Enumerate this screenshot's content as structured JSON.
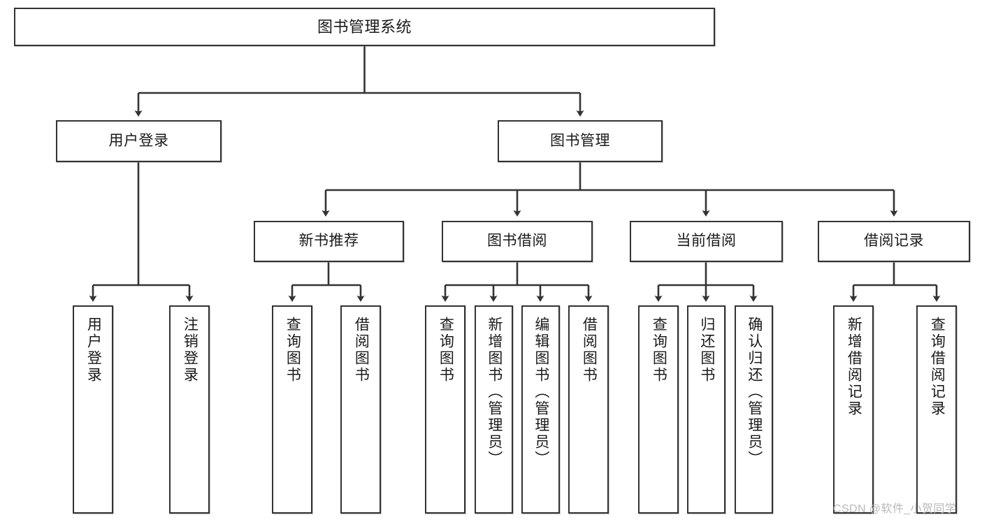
{
  "diagram": {
    "type": "tree",
    "title": "图书管理系统",
    "orientation": "top-down",
    "theme": {
      "background": "#ffffff",
      "box_fill": "#ffffff",
      "box_stroke": "#333333",
      "text_color": "#1a1a1a",
      "connector_color": "#333333",
      "watermark_color": "#b9b9b9"
    },
    "watermark": "CSDN @软件_小贺同学",
    "nodes": {
      "root": {
        "label": "图书管理系统"
      },
      "level2": [
        {
          "label": "用户登录"
        },
        {
          "label": "图书管理"
        }
      ],
      "level3": [
        {
          "label": "新书推荐"
        },
        {
          "label": "图书借阅"
        },
        {
          "label": "当前借阅"
        },
        {
          "label": "借阅记录"
        }
      ],
      "leaves_user_login": [
        {
          "label": "用户登录"
        },
        {
          "label": "注销登录"
        }
      ],
      "leaves_new_books": [
        {
          "label": "查询图书"
        },
        {
          "label": "借阅图书"
        }
      ],
      "leaves_borrow": [
        {
          "label": "查询图书"
        },
        {
          "label": "新增图书（管理员）"
        },
        {
          "label": "编辑图书（管理员）"
        },
        {
          "label": "借阅图书"
        }
      ],
      "leaves_current": [
        {
          "label": "查询图书"
        },
        {
          "label": "归还图书"
        },
        {
          "label": "确认归还（管理员）"
        }
      ],
      "leaves_records": [
        {
          "label": "新增借阅记录"
        },
        {
          "label": "查询借阅记录"
        }
      ]
    },
    "edges": [
      {
        "from": "图书管理系统",
        "to": "用户登录"
      },
      {
        "from": "图书管理系统",
        "to": "图书管理"
      },
      {
        "from": "用户登录",
        "to": "用户登录"
      },
      {
        "from": "用户登录",
        "to": "注销登录"
      },
      {
        "from": "图书管理",
        "to": "新书推荐"
      },
      {
        "from": "图书管理",
        "to": "图书借阅"
      },
      {
        "from": "图书管理",
        "to": "当前借阅"
      },
      {
        "from": "图书管理",
        "to": "借阅记录"
      },
      {
        "from": "新书推荐",
        "to": "查询图书"
      },
      {
        "from": "新书推荐",
        "to": "借阅图书"
      },
      {
        "from": "图书借阅",
        "to": "查询图书"
      },
      {
        "from": "图书借阅",
        "to": "新增图书（管理员）"
      },
      {
        "from": "图书借阅",
        "to": "编辑图书（管理员）"
      },
      {
        "from": "图书借阅",
        "to": "借阅图书"
      },
      {
        "from": "当前借阅",
        "to": "查询图书"
      },
      {
        "from": "当前借阅",
        "to": "归还图书"
      },
      {
        "from": "当前借阅",
        "to": "确认归还（管理员）"
      },
      {
        "from": "借阅记录",
        "to": "新增借阅记录"
      },
      {
        "from": "借阅记录",
        "to": "查询借阅记录"
      }
    ]
  }
}
